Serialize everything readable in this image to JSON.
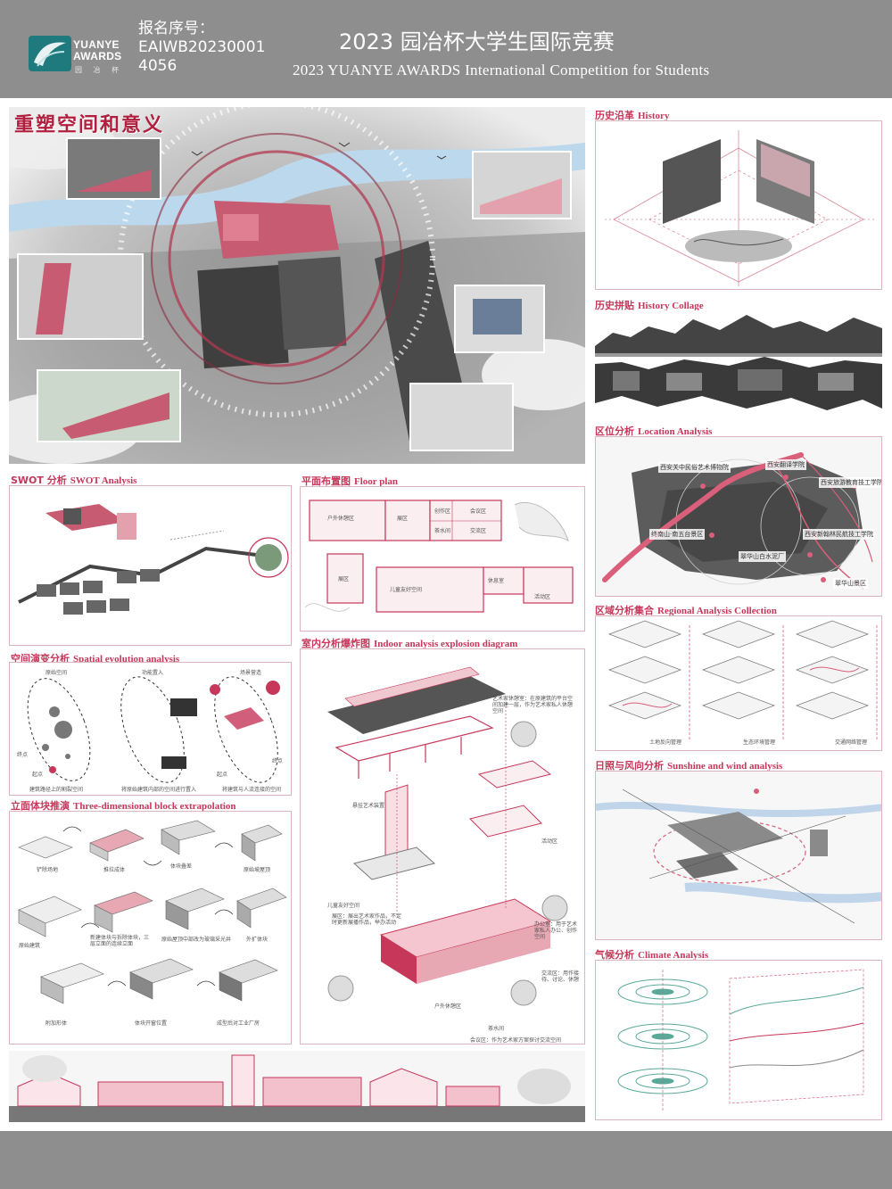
{
  "header": {
    "logo_line1": "YUANYE",
    "logo_line2": "AWARDS",
    "logo_cn": "园 冶 杯",
    "reg_label": "报名序号：",
    "reg_line1": "EAIWB20230001",
    "reg_line2": "4056",
    "title_cn": "2023 园冶杯大学生国际竞赛",
    "title_en": "2023 YUANYE AWARDS International Competition for  Students"
  },
  "hero": {
    "title": "重塑空间和意义"
  },
  "sections": {
    "history": {
      "cn": "历史沿革",
      "en": "History"
    },
    "collage": {
      "cn": "历史拼贴",
      "en": "History Collage"
    },
    "location": {
      "cn": "区位分析",
      "en": "Location Analysis"
    },
    "swot": {
      "cn": "SWOT 分析",
      "en": "SWOT Analysis"
    },
    "floor": {
      "cn": "平面布置图",
      "en": "Floor plan"
    },
    "regional": {
      "cn": "区域分析集合",
      "en": "Regional Analysis Collection"
    },
    "spatial": {
      "cn": "空间演变分析",
      "en": "Spatial evolution analysis"
    },
    "indoor": {
      "cn": "室内分析爆炸图",
      "en": "Indoor analysis explosion diagram"
    },
    "sun": {
      "cn": "日照与风向分析",
      "en": "Sunshine and wind analysis"
    },
    "block": {
      "cn": "立面体块推演",
      "en": "Three-dimensional block extrapolation"
    },
    "climate": {
      "cn": "气候分析",
      "en": "Climate Analysis"
    }
  },
  "location_labels": {
    "l1": "西安关中民俗艺术博物院",
    "l2": "西安翻译学院",
    "l3": "西安旅游教育技工学院",
    "l4": "终南山·南五台景区",
    "l5": "西安新翰林民航技工学院",
    "l6": "翠华山白水泥厂",
    "l7": "翠华山景区"
  },
  "floor_labels": {
    "f1": "户外休憩区",
    "f2": "展区",
    "f3": "创作区",
    "f4": "会议区",
    "f5": "茶水间",
    "f6": "交流区",
    "f7": "展区",
    "f8": "儿童友好空间",
    "f9": "休息室",
    "f10": "活动区"
  },
  "spatial_labels": {
    "s1": "原始空间",
    "s2": "功能置入",
    "s3": "场景营造",
    "s4": "终点",
    "s5": "起点",
    "s6": "终点",
    "s7": "起点",
    "c1": "建筑路径上的割裂空间",
    "c2": "将原始建筑内部的空间进行置入",
    "c3": "将建筑与人流连接的空间"
  },
  "block_labels": {
    "b1": "铲除场地",
    "b2": "推拉成体",
    "b3": "体块叠差",
    "b4": "原始坡屋顶",
    "b5": "原始建筑",
    "b6": "新建体块与拆除体块，三层立面的连续立面",
    "b7": "原始屋顶中部改为玻璃采光井",
    "b8": "外扩体块",
    "b9": "附加形体",
    "b10": "体块开窗位置",
    "b11": "成型后对工业厂房"
  },
  "indoor_labels": {
    "i1": "艺术家休憩室：在原建筑的平台空间加建一层，作为艺术家私人休憩空间",
    "i2": "悬挂艺术装置",
    "i3": "活动区",
    "i4": "儿童友好空间",
    "i5": "展区：展出艺术家作品，不定时更新展播作品，举办活动",
    "i6": "办公室：用于艺术家私人办公、创作空间",
    "i7": "交流区：用作接待、讨论、休憩",
    "i8": "户外休憩区",
    "i9": "茶水间",
    "i10": "会议区：作为艺术家方案探讨交流空间"
  },
  "regional_labels": {
    "r1": "土地反向管理",
    "r2": "生态环境管理",
    "r3": "交通网络管理"
  },
  "colors": {
    "accent": "#c6375a",
    "band": "#8e8e8e",
    "pink": "#d98a98"
  }
}
